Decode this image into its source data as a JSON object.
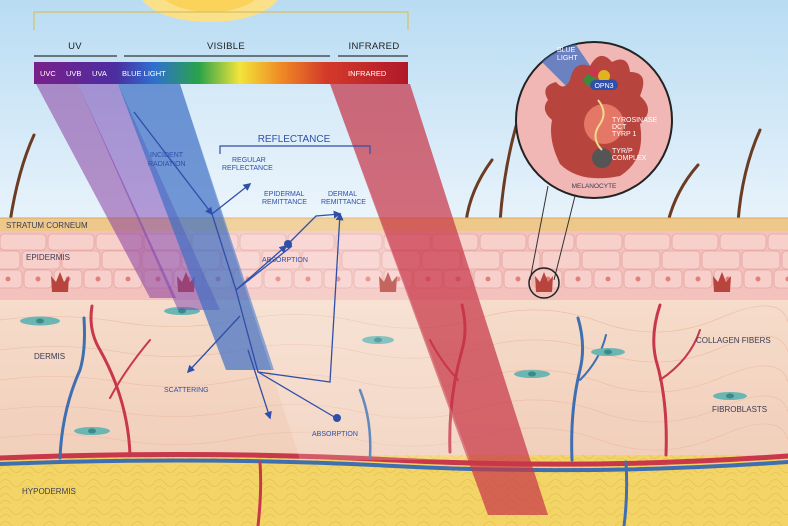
{
  "spectrum": {
    "uv_header": "UV",
    "visible_header": "VISIBLE",
    "infrared_header": "INFRARED",
    "bands": {
      "uvc": "UVC",
      "uvb": "UVB",
      "uva": "UVA",
      "blue_light": "BLUE LIGHT",
      "infrared": "INFRARED"
    }
  },
  "skin_layers": {
    "stratum_corneum": "STRATUM CORNEUM",
    "epidermis": "EPIDERMIS",
    "dermis": "DERMIS",
    "hypodermis": "HYPODERMIS"
  },
  "light_labels": {
    "reflectance": "REFLECTANCE",
    "incident_radiation": [
      "INCIDENT",
      "RADIATION"
    ],
    "regular_reflectance": [
      "REGULAR",
      "REFLECTANCE"
    ],
    "epidermal_remittance": [
      "EPIDERMAL",
      "REMITTANCE"
    ],
    "dermal_remittance": [
      "DERMAL",
      "REMITTANCE"
    ],
    "absorption_upper": "ABSORPTION",
    "scattering": "SCATTERING",
    "absorption_lower": "ABSORPTION"
  },
  "structures": {
    "collagen_fibers": "COLLAGEN FIBERS",
    "fibroblasts": "FIBROBLASTS"
  },
  "melanocyte_inset": {
    "blue_light": [
      "BLUE",
      "LIGHT"
    ],
    "opn3": "OPN3",
    "enzymes": [
      "TYROSINASE",
      "DCT",
      "TYRP 1"
    ],
    "complex": [
      "TYR/P",
      "COMPLEX"
    ],
    "title": "MELANOCYTE"
  },
  "colors": {
    "blue_light_beam": "#3f6fc4",
    "infrared_beam": "#c8374a",
    "uv_beam": "#8a3fa0",
    "arrow": "#2f4fa8",
    "hypodermis": "#f2d66a",
    "dermis": "#f3d3c0",
    "epidermis": "#f0b9b6"
  }
}
